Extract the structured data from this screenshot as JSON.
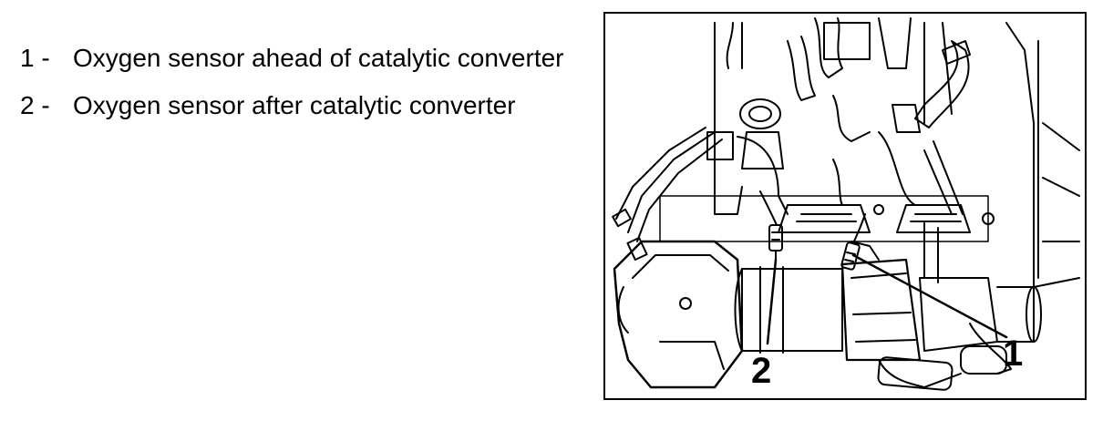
{
  "legend": {
    "items": [
      {
        "number": "1 -",
        "text": "Oxygen sensor ahead of catalytic converter"
      },
      {
        "number": "2 -",
        "text": "Oxygen sensor after catalytic converter"
      }
    ]
  },
  "figure": {
    "callouts": [
      {
        "label": "1"
      },
      {
        "label": "2"
      }
    ]
  }
}
